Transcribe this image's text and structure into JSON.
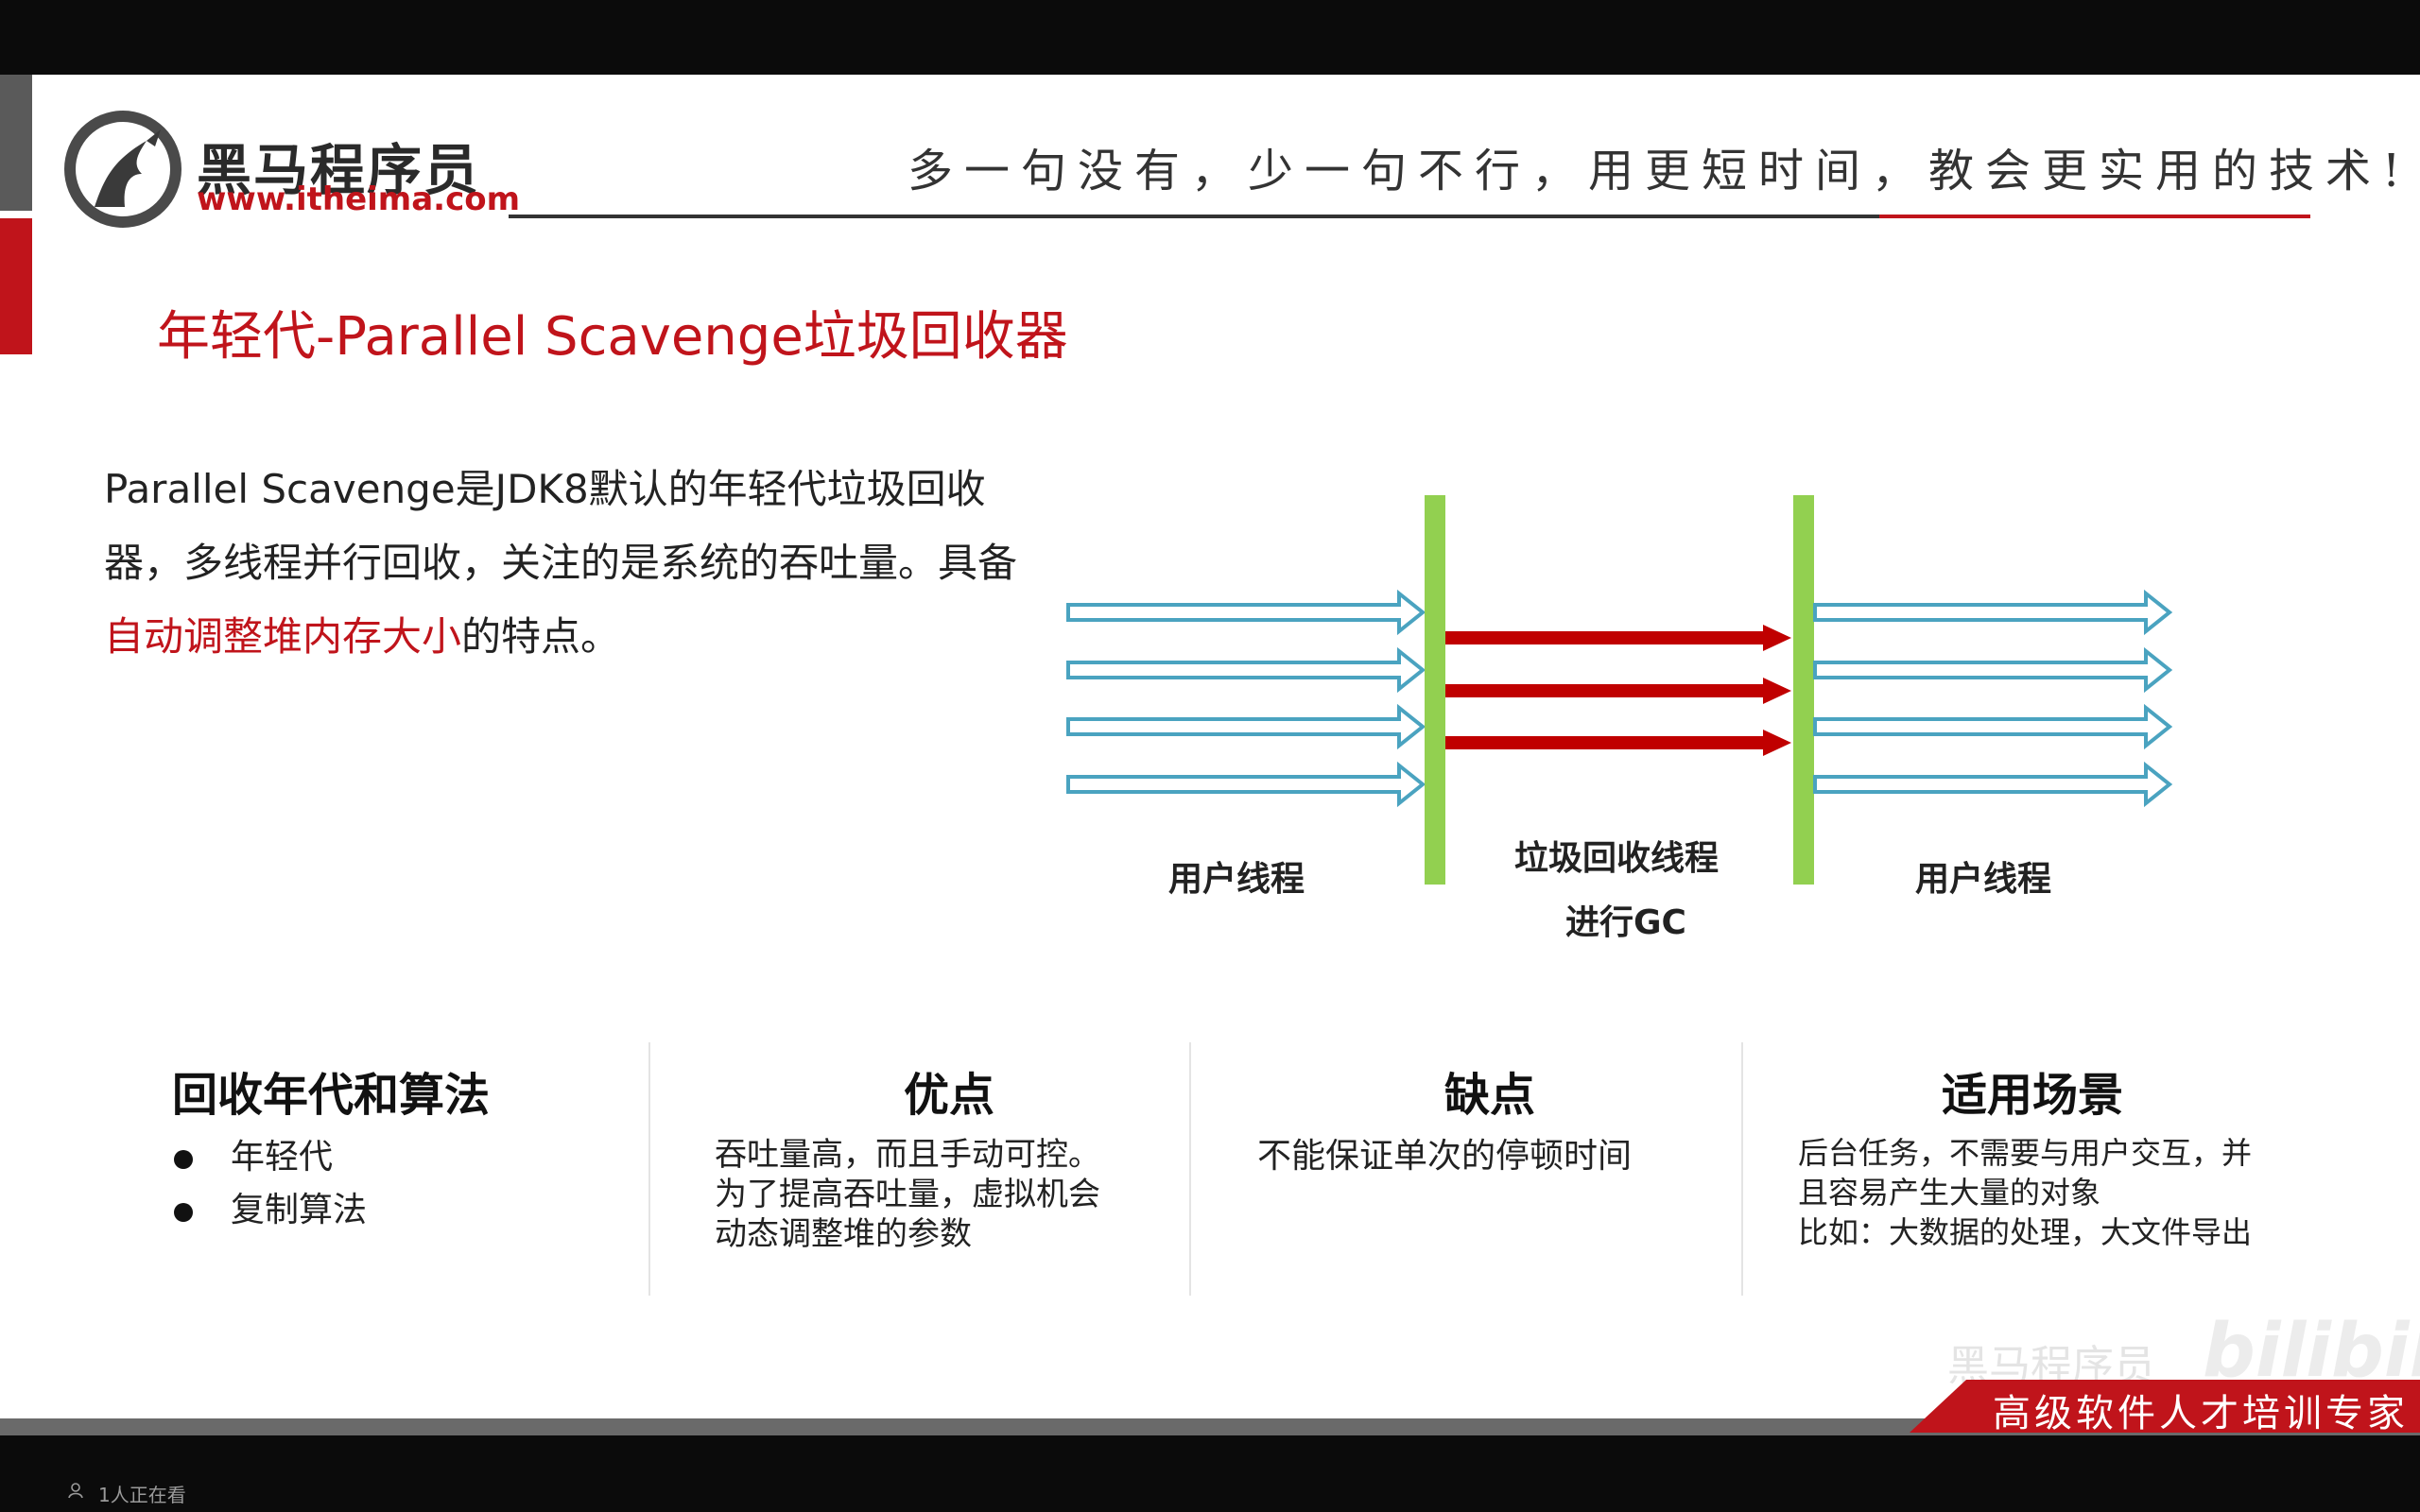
{
  "header": {
    "logo_text": "黑马程序员",
    "logo_url": "www.itheima.com",
    "slogan": "多一句没有，少一句不行，用更短时间，教会更实用的技术!"
  },
  "slide": {
    "title": "年轻代-Parallel Scavenge垃圾回收器",
    "description": {
      "text_before": "Parallel Scavenge是JDK8默认的年轻代垃圾回收器，多线程并行回收，关注的是系统的吞吐量。具备",
      "highlight": "自动调整堆内存大小",
      "text_after": "的特点。"
    },
    "diagram": {
      "user_threads_left": "用户线程",
      "gc_threads_line1": "垃圾回收线程",
      "gc_threads_line2": "进行GC",
      "user_threads_right": "用户线程"
    },
    "columns": [
      {
        "title": "回收年代和算法",
        "bullets": [
          "年轻代",
          "复制算法"
        ]
      },
      {
        "title": "优点",
        "lines": [
          "吞吐量高，而且手动可控。",
          "为了提高吞吐量，虚拟机会",
          "动态调整堆的参数"
        ]
      },
      {
        "title": "缺点",
        "lines": [
          "不能保证单次的停顿时间"
        ]
      },
      {
        "title": "适用场景",
        "lines": [
          "后台任务，不需要与用户交互，并",
          "且容易产生大量的对象",
          "比如：大数据的处理，大文件导出"
        ]
      }
    ],
    "watermark_logo": "黑马程序员",
    "watermark_site": "bilibili",
    "footer_banner": "高级软件人才培训专家"
  },
  "status": {
    "viewers": "1人正在看"
  },
  "colors": {
    "brand_red": "#c0141b",
    "user_arrow_blue": "#4aa3c0",
    "gc_bar_green": "#92d050"
  }
}
